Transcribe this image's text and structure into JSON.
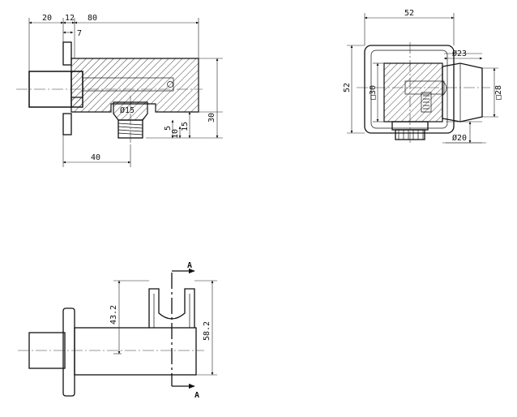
{
  "front_view": {
    "dim_20": "20",
    "dim_12": "12",
    "dim_80": "80",
    "dim_7": "7",
    "dim_dia15": "Ø15",
    "dim_5": "5",
    "dim_10": "10",
    "dim_15": "15",
    "dim_30": "30",
    "dim_40": "40"
  },
  "side_view": {
    "dim_52_top": "52",
    "dim_52_left": "52",
    "dim_sq30": "□30",
    "dim_dia23": "Ø23",
    "dim_sq28": "□28",
    "dim_dia20": "Ø20"
  },
  "top_view": {
    "section_mark_top": "A",
    "section_mark_bottom": "A",
    "dim_43_2": "43.2",
    "dim_58_2": "58.2"
  }
}
